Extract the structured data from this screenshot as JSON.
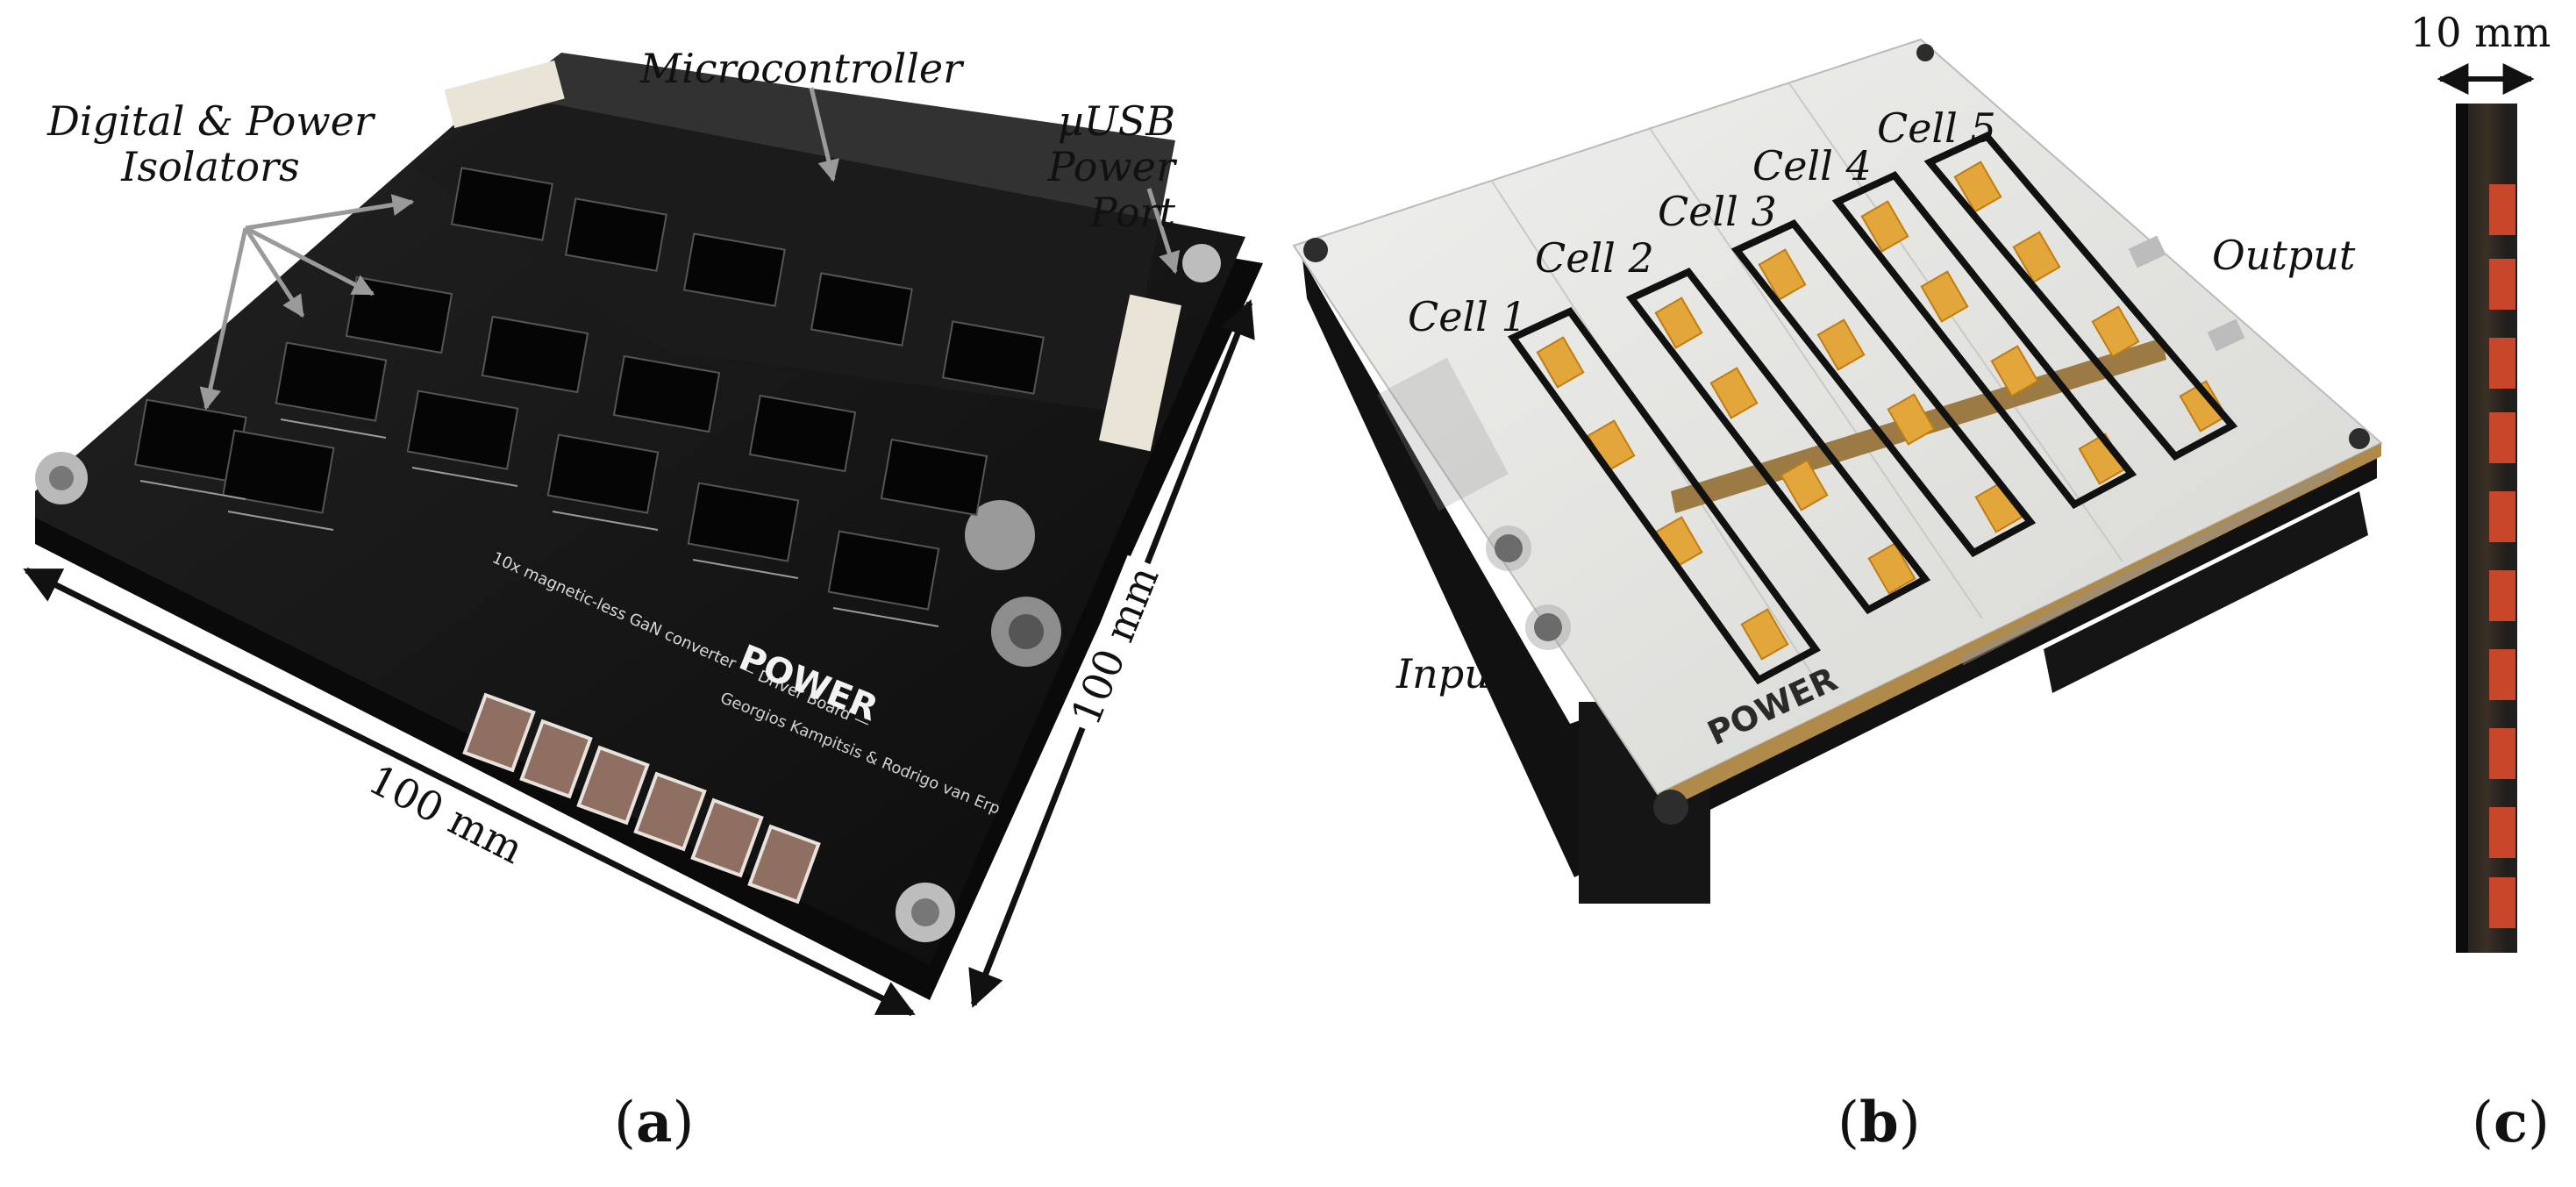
{
  "figure": {
    "panels": [
      {
        "id": "a",
        "caption": "(a)",
        "callouts": {
          "isolators": "Digital & Power\nIsolators",
          "mcu": "Microcontroller",
          "usb": "µUSB Power\nPort"
        },
        "dimension_x": "100 mm",
        "dimension_y": "100 mm",
        "board_logo": "POWER",
        "board_silkscreen": "10x magnetic-less GaN converter — Driver Board —",
        "board_credits": "Georgios Kampitsis & Rodrigo van Erp"
      },
      {
        "id": "b",
        "caption": "(b)",
        "cells": [
          "Cell 1",
          "Cell 2",
          "Cell 3",
          "Cell 4",
          "Cell 5"
        ],
        "input_label": "Input",
        "output_label": "Output",
        "board_logo": "POWER"
      },
      {
        "id": "c",
        "caption": "(c)",
        "dimension": "10 mm"
      }
    ],
    "colors": {
      "pcb_black": "#141414",
      "pcb_white": "#e6e6e3",
      "capacitor_gold": "#e3a63a",
      "capacitor_red": "#c8472b",
      "callout_arrow": "#9a9a9a",
      "cell_outline": "#111111"
    }
  }
}
